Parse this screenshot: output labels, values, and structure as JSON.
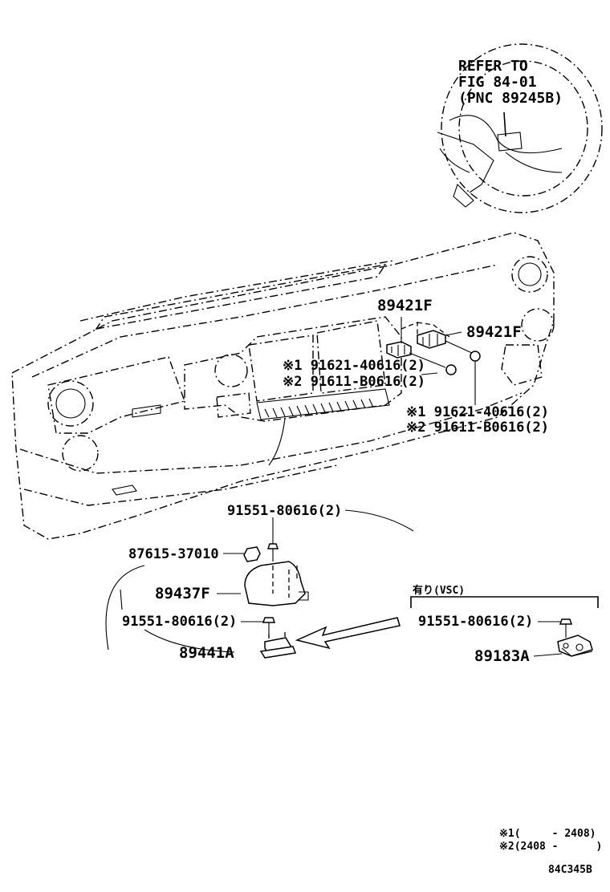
{
  "refer": {
    "line1": "REFER TO",
    "line2": "FIG 84-01",
    "line3": "(PNC 89245B)"
  },
  "labels": {
    "p89421F_left": "89421F",
    "p89421F_right": "89421F",
    "m1_left": "※1 91621-40616(2)",
    "m2_left": "※2 91611-B0616(2)",
    "m1_right": "※1 91621-40616(2)",
    "m2_right": "※2 91611-B0616(2)",
    "p91551_top": "91551-80616(2)",
    "p87615": "87615-37010",
    "p89437F": "89437F",
    "p91551_mid": "91551-80616(2)",
    "p89441A": "89441A",
    "vsc_header": "有り(VSC)",
    "p91551_vsc": "91551-80616(2)",
    "p89183A": "89183A"
  },
  "notes": {
    "n1": "※1(     - 2408)",
    "n2": "※2(2408 -      )"
  },
  "code": "84C345B"
}
